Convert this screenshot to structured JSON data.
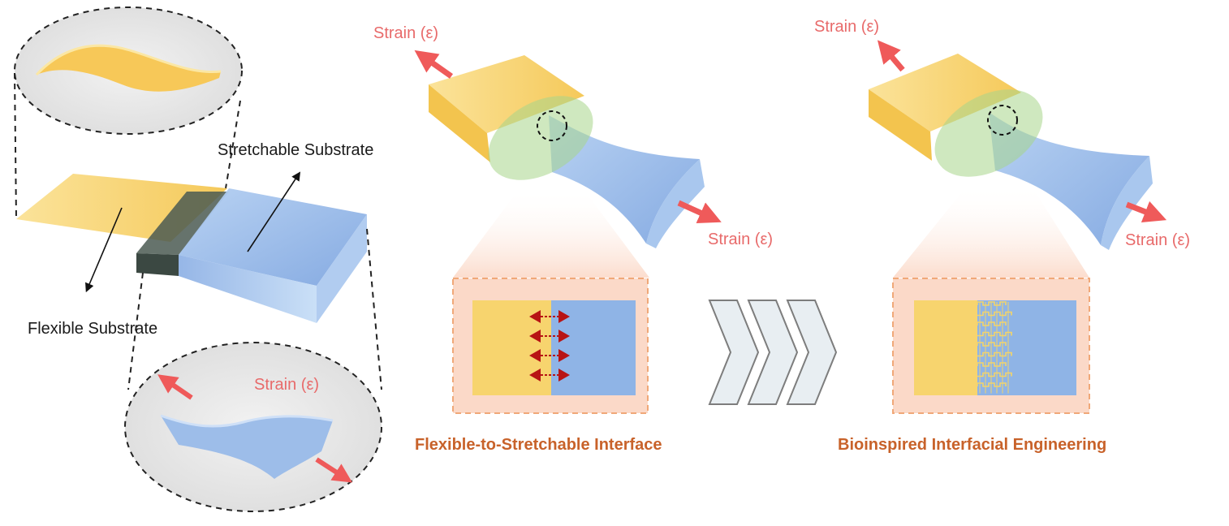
{
  "labels": {
    "stretchable_substrate": "Stretchable Substrate",
    "flexible_substrate": "Flexible Substrate",
    "strain_mid_top": "Strain (ε)",
    "strain_mid_bottom": "Strain (ε)",
    "strain_right_top": "Strain (ε)",
    "strain_right_bottom": "Strain (ε)",
    "strain_left_callout": "Strain (ε)"
  },
  "captions": {
    "flexible_to_stretchable": "Flexible-to-Stretchable Interface",
    "bioinspired": "Bioinspired Interfacial Engineering"
  },
  "colors": {
    "flexible": "#f7d46e",
    "stretchable": "#8fb4e6",
    "strain_text": "#e86a6a",
    "caption": "#c8622a",
    "inset_background": "#fbd9c8",
    "inset_border": "#f0a878",
    "arrow_red": "#b81414",
    "chevron": "#e8eef2"
  }
}
